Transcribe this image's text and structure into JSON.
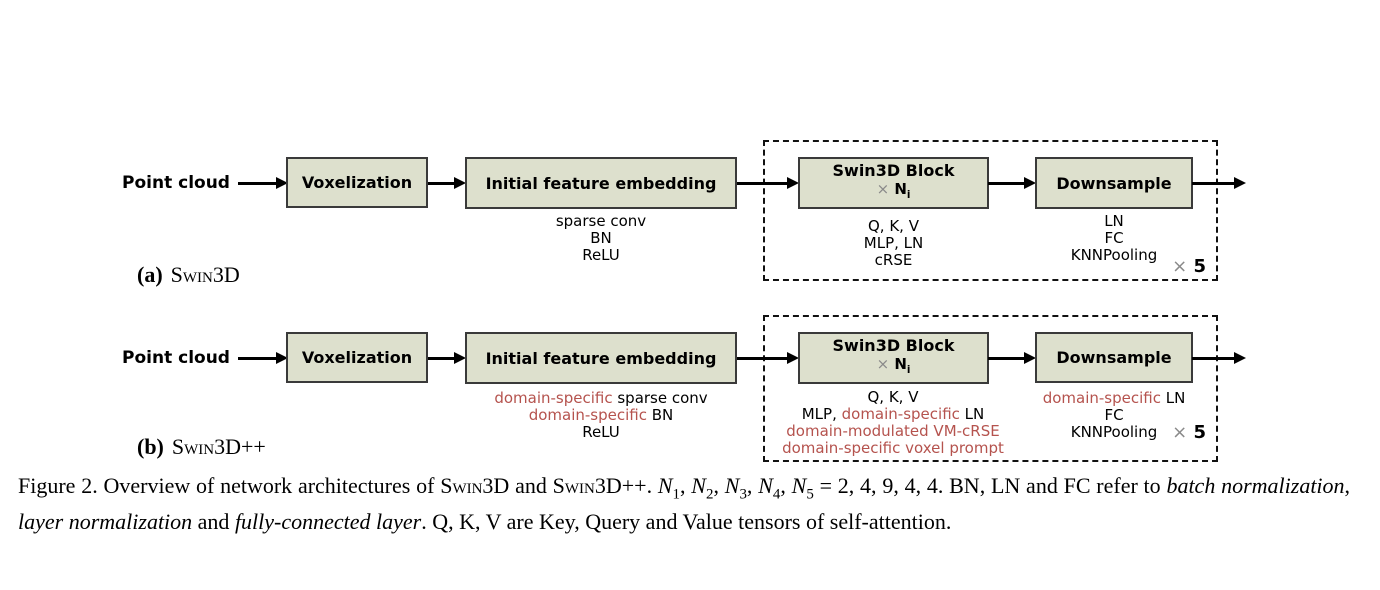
{
  "colors": {
    "box_fill": "#dde0cd",
    "box_border": "#3a3a3a",
    "accent_red": "#b5534e",
    "times_gray": "#8a8a8a"
  },
  "figure": {
    "panels": [
      {
        "id": "a",
        "label_prefix": "(a)",
        "label_name": "Swin3D",
        "input_label": "Point cloud",
        "voxelization_label": "Voxelization",
        "embedding_label": "Initial feature embedding",
        "embedding_ops": [
          [
            {
              "t": "sparse conv"
            }
          ],
          [
            {
              "t": "BN"
            }
          ],
          [
            {
              "t": "ReLU"
            }
          ]
        ],
        "block_title": "Swin3D Block",
        "block_multiplier": [
          {
            "t": "×",
            "c": "times"
          },
          {
            "t": " N"
          },
          {
            "t": "i",
            "s": "sub"
          }
        ],
        "block_ops": [
          [
            {
              "t": "Q, K, V"
            }
          ],
          [
            {
              "t": "MLP, LN"
            }
          ],
          [
            {
              "t": "cRSE"
            }
          ]
        ],
        "downsample_label": "Downsample",
        "downsample_ops": [
          [
            {
              "t": "LN"
            }
          ],
          [
            {
              "t": "FC"
            }
          ],
          [
            {
              "t": "KNNPooling"
            }
          ]
        ],
        "repeat_label": [
          {
            "t": "×",
            "c": "times"
          },
          {
            "t": " 5"
          }
        ]
      },
      {
        "id": "b",
        "label_prefix": "(b)",
        "label_name": "Swin3D++",
        "input_label": "Point cloud",
        "voxelization_label": "Voxelization",
        "embedding_label": "Initial feature embedding",
        "embedding_ops": [
          [
            {
              "t": "domain-specific ",
              "c": "red"
            },
            {
              "t": "sparse conv"
            }
          ],
          [
            {
              "t": "domain-specific ",
              "c": "red"
            },
            {
              "t": "BN"
            }
          ],
          [
            {
              "t": "ReLU"
            }
          ]
        ],
        "block_title": "Swin3D Block",
        "block_multiplier": [
          {
            "t": "×",
            "c": "times"
          },
          {
            "t": " N"
          },
          {
            "t": "i",
            "s": "sub"
          }
        ],
        "block_ops": [
          [
            {
              "t": "Q, K, V"
            }
          ],
          [
            {
              "t": "MLP, "
            },
            {
              "t": "domain-specific ",
              "c": "red"
            },
            {
              "t": "LN"
            }
          ],
          [
            {
              "t": "domain-modulated VM-cRSE",
              "c": "red"
            }
          ],
          [
            {
              "t": "domain-specific voxel prompt",
              "c": "red"
            }
          ]
        ],
        "downsample_label": "Downsample",
        "downsample_ops": [
          [
            {
              "t": "domain-specific ",
              "c": "red"
            },
            {
              "t": "LN"
            }
          ],
          [
            {
              "t": "FC"
            }
          ],
          [
            {
              "t": "KNNPooling"
            }
          ]
        ],
        "repeat_label": [
          {
            "t": "×",
            "c": "times"
          },
          {
            "t": " 5"
          }
        ]
      }
    ],
    "caption_parts": [
      {
        "t": "Figure 2. Overview of network architectures of "
      },
      {
        "t": "Swin3D",
        "s": "sc"
      },
      {
        "t": " and "
      },
      {
        "t": "Swin3D++",
        "s": "sc"
      },
      {
        "t": ". "
      },
      {
        "t": "N",
        "s": "it"
      },
      {
        "t": "1",
        "s": "sub"
      },
      {
        "t": ", "
      },
      {
        "t": "N",
        "s": "it"
      },
      {
        "t": "2",
        "s": "sub"
      },
      {
        "t": ", "
      },
      {
        "t": "N",
        "s": "it"
      },
      {
        "t": "3",
        "s": "sub"
      },
      {
        "t": ", "
      },
      {
        "t": "N",
        "s": "it"
      },
      {
        "t": "4",
        "s": "sub"
      },
      {
        "t": ", "
      },
      {
        "t": "N",
        "s": "it"
      },
      {
        "t": "5",
        "s": "sub"
      },
      {
        "t": " = 2, 4, 9, 4, 4. BN, LN and FC refer to "
      },
      {
        "t": "batch normalization",
        "s": "it"
      },
      {
        "t": ", "
      },
      {
        "t": "layer normalization",
        "s": "it"
      },
      {
        "t": " and "
      },
      {
        "t": "fully-connected layer",
        "s": "it"
      },
      {
        "t": ". Q, K, V are Key, Query and Value tensors of self-attention."
      }
    ]
  }
}
